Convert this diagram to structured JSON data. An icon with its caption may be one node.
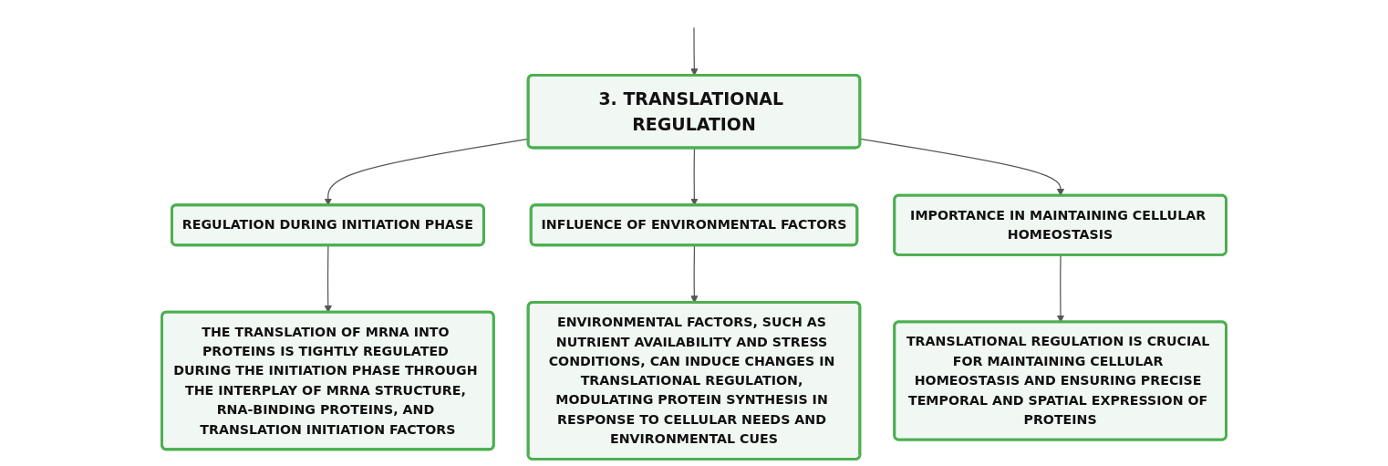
{
  "diagram": {
    "nodes": [
      {
        "text": [
          "3. TRANSLATIONAL REGULATION"
        ]
      },
      {
        "text": [
          "REGULATION DURING INITIATION PHASE"
        ]
      },
      {
        "text": [
          "INFLUENCE OF ENVIRONMENTAL FACTORS"
        ]
      },
      {
        "text": [
          "IMPORTANCE IN MAINTAINING CELLULAR HOMEOSTASIS"
        ]
      },
      {
        "text": [
          "THE TRANSLATION OF MRNA INTO PROTEINS IS TIGHTLY REGULATED DURING THE INITIATION PHASE THROUGH THE INTERPLAY OF MRNA STRUCTURE, RNA-BINDING PROTEINS, AND TRANSLATION INITIATION FACTORS"
        ]
      },
      {
        "text": [
          "ENVIRONMENTAL FACTORS, SUCH AS NUTRIENT AVAILABILITY AND STRESS CONDITIONS, CAN INDUCE CHANGES IN TRANSLATIONAL REGULATION, MODULATING PROTEIN SYNTHESIS IN RESPONSE TO CELLULAR NEEDS AND ENVIRONMENTAL CUES"
        ]
      },
      {
        "text": [
          "TRANSLATIONAL REGULATION IS CRUCIAL FOR MAINTAINING CELLULAR HOMEOSTASIS AND ENSURING PRECISE TEMPORAL AND SPATIAL EXPRESSION OF PROTEINS"
        ]
      }
    ],
    "edges": [
      {
        "from": null,
        "to": 0,
        "arrow": "to"
      },
      {
        "from": 0,
        "to": 1,
        "arrow": "to"
      },
      {
        "from": 0,
        "to": 2,
        "arrow": "to"
      },
      {
        "from": 0,
        "to": 3,
        "arrow": "to"
      },
      {
        "from": 1,
        "to": 4,
        "arrow": "to"
      },
      {
        "from": 2,
        "to": 5,
        "arrow": "to"
      },
      {
        "from": 3,
        "to": 6,
        "arrow": "to"
      }
    ]
  }
}
